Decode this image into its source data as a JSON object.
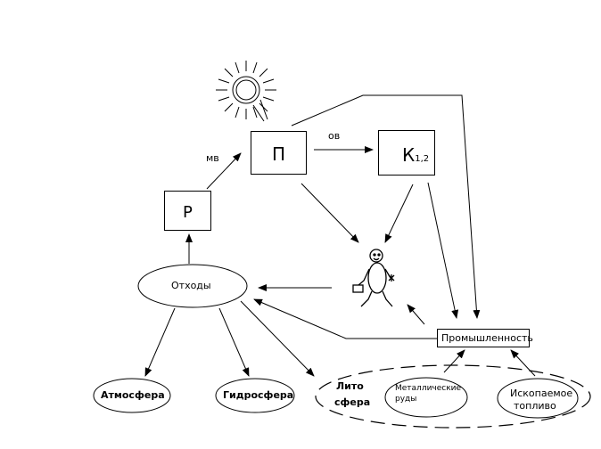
{
  "nodes": {
    "producer": "П",
    "consumer_main": "К",
    "consumer_sub": "1,2",
    "reducer": "Р",
    "waste": "Отходы",
    "industry": "Промышленность",
    "atmosphere": "Атмосфера",
    "hydrosphere": "Гидросфера",
    "litho_line1": "Лито",
    "litho_line2": "сфера",
    "ores_line1": "Металлические",
    "ores_line2": "руды",
    "fuel_line1": "Ископаемое",
    "fuel_line2": "топливо"
  },
  "edge_labels": {
    "mv": "мв",
    "ov": "ов"
  },
  "icons": {
    "sun": "sun-icon",
    "human": "human-figure-icon"
  }
}
